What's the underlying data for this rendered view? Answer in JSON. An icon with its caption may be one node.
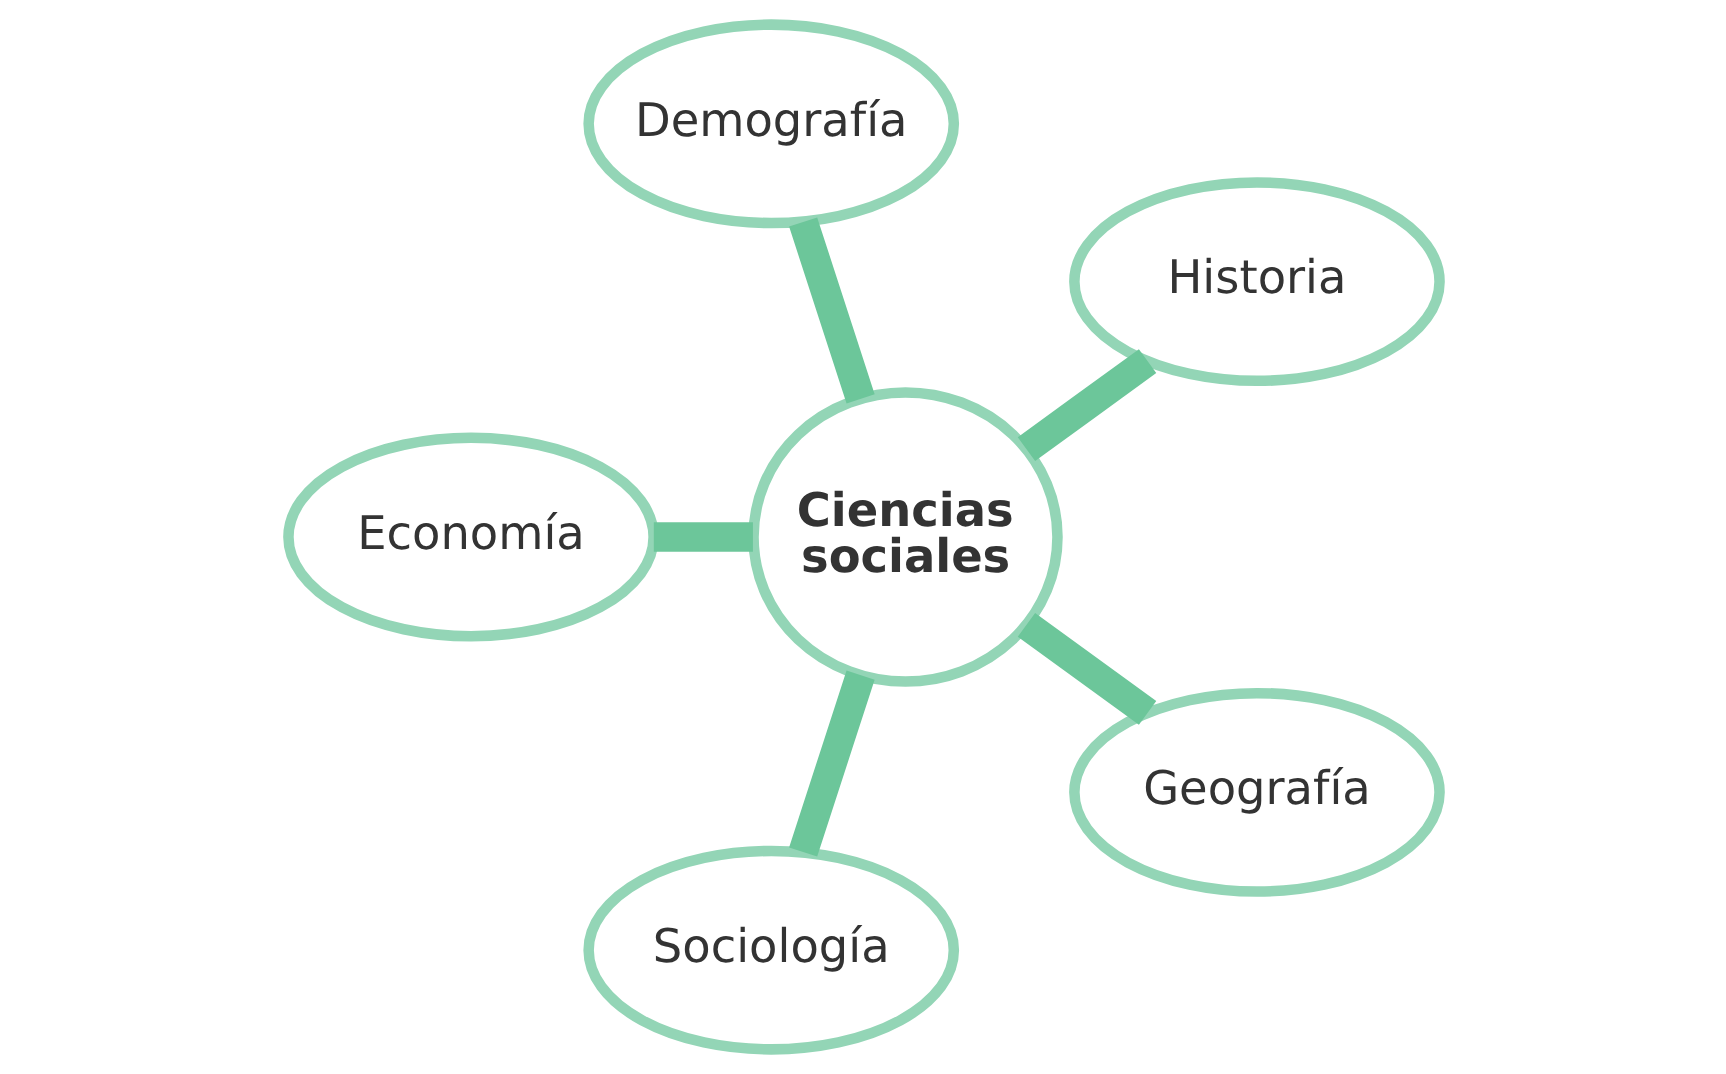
{
  "diagram": {
    "nodes": [
      {
        "text": [
          "Historia"
        ]
      },
      {
        "text": [
          "Demografía"
        ]
      },
      {
        "text": [
          "Ciencias sociales"
        ]
      },
      {
        "text": [
          "Economía"
        ]
      },
      {
        "text": [
          "Sociología"
        ]
      },
      {
        "text": [
          "Geografía"
        ]
      }
    ],
    "edges": [
      {
        "from": 2,
        "to": 0,
        "arrow": "none"
      },
      {
        "from": 2,
        "to": 1,
        "arrow": "none"
      },
      {
        "from": 2,
        "to": 3,
        "arrow": "none"
      },
      {
        "from": 2,
        "to": 4,
        "arrow": "none"
      },
      {
        "from": 2,
        "to": 5,
        "arrow": "none"
      }
    ]
  }
}
